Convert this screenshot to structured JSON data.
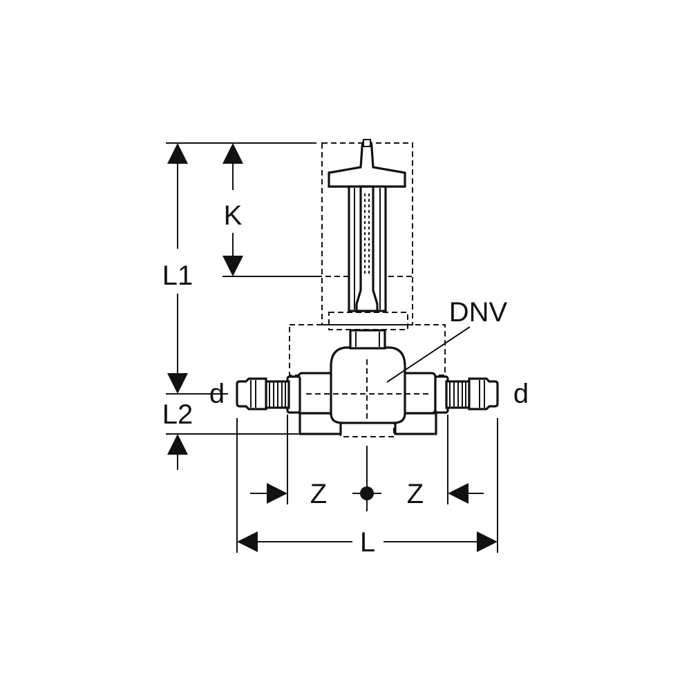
{
  "labels": {
    "k": "K",
    "l1": "L1",
    "l2": "L2",
    "dnv": "DNV",
    "d_left": "d",
    "d_right": "d",
    "z_left": "Z",
    "z_right": "Z",
    "l": "L"
  }
}
